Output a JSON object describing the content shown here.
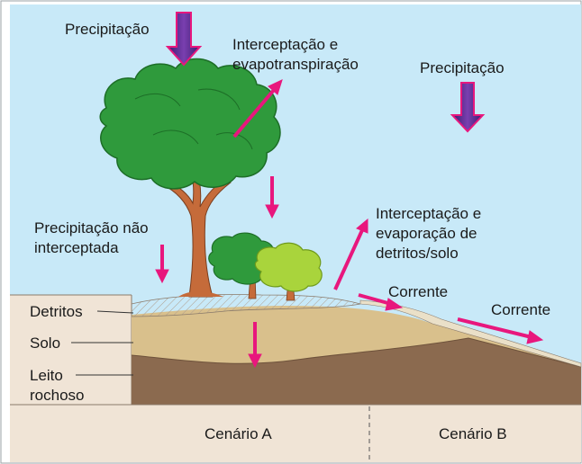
{
  "diagram": {
    "labels": {
      "precip_left": "Precipitação",
      "precip_right": "Precipitação",
      "intercept_evapotransp_line1": "Interceptação e",
      "intercept_evapotransp_line2": "evapotranspiração",
      "precip_nao_int_line1": "Precipitação não",
      "precip_nao_int_line2": "interceptada",
      "intercept_evap_line1": "Interceptação e",
      "intercept_evap_line2": "evaporação de",
      "intercept_evap_line3": "detritos/solo",
      "corrente_1": "Corrente",
      "corrente_2": "Corrente",
      "detritos": "Detritos",
      "solo": "Solo",
      "leito_line1": "Leito",
      "leito_line2": "rochoso",
      "scenario_a": "Cenário A",
      "scenario_b": "Cenário B"
    },
    "colors": {
      "sky": "#c8e9f8",
      "pink_arrow": "#e8177d",
      "purple_arrow": "#5a2a8a",
      "soil": "#d9c08c",
      "bedrock": "#8b6a4f",
      "ground_panel": "#f0e4d6",
      "tree_dark": "#2f9a3c",
      "tree_light": "#a9d43c"
    }
  }
}
